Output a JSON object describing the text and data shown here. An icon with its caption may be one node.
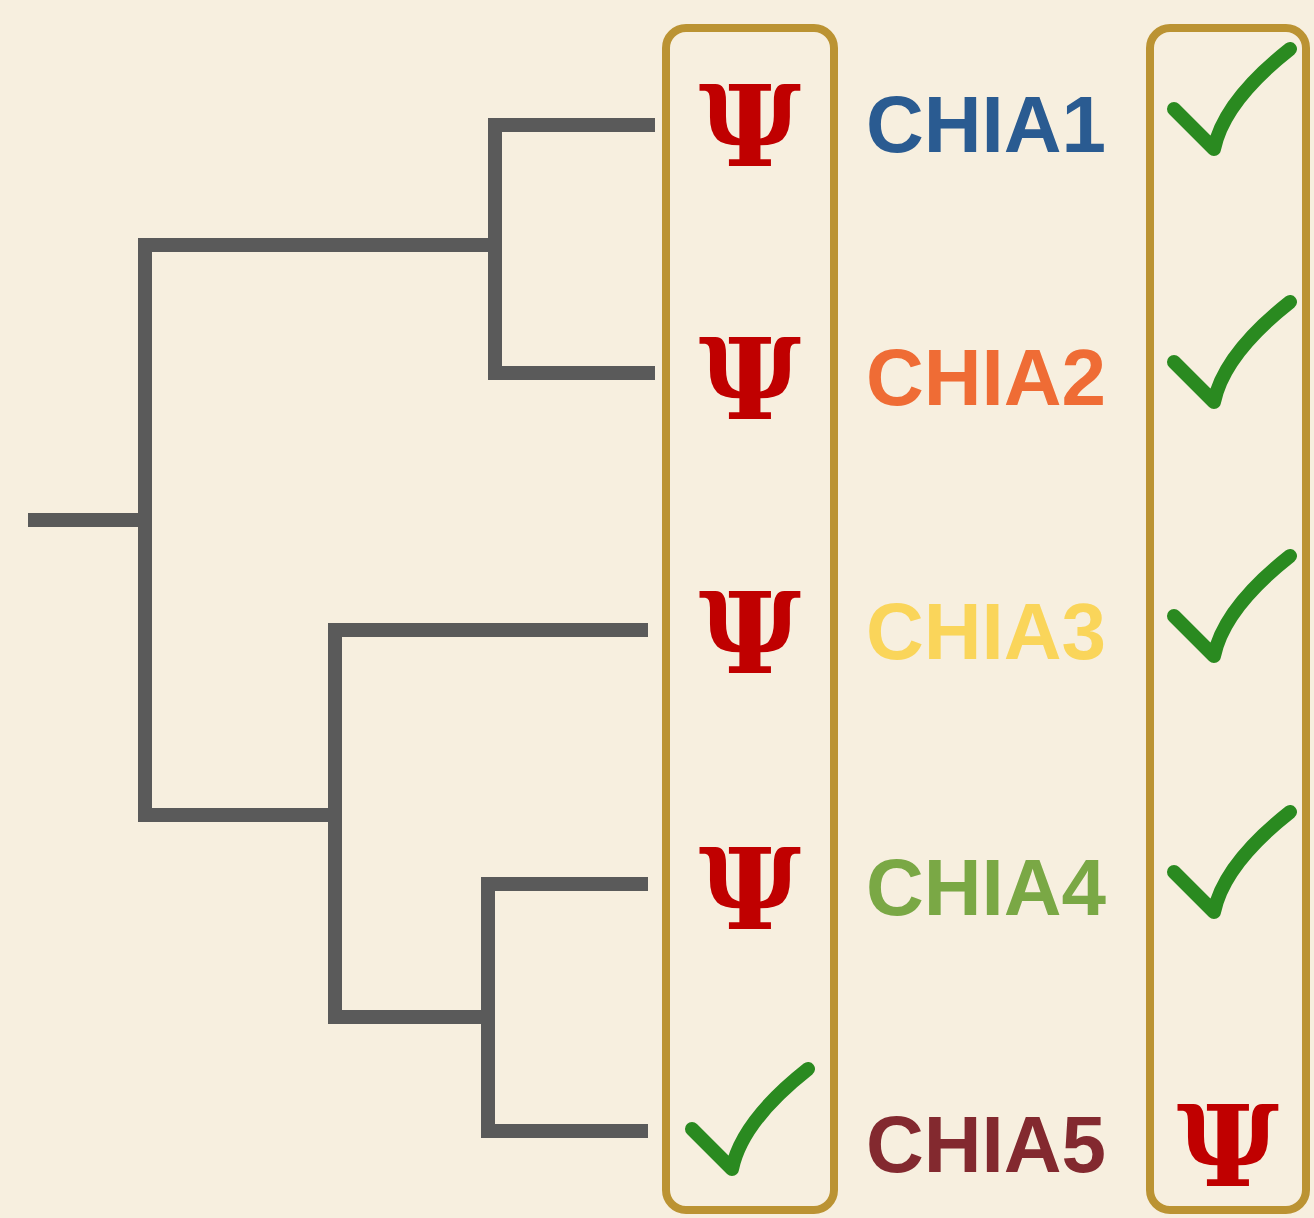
{
  "diagram": {
    "nodes": [
      {
        "text": [
          "Ψ",
          "Ψ",
          "Ψ",
          "Ψ"
        ]
      },
      {
        "text": [
          "Ψ"
        ]
      }
    ],
    "labels": [
      "CHIA1",
      "CHIA2",
      "CHIA3",
      "CHIA4",
      "CHIA5"
    ]
  }
}
